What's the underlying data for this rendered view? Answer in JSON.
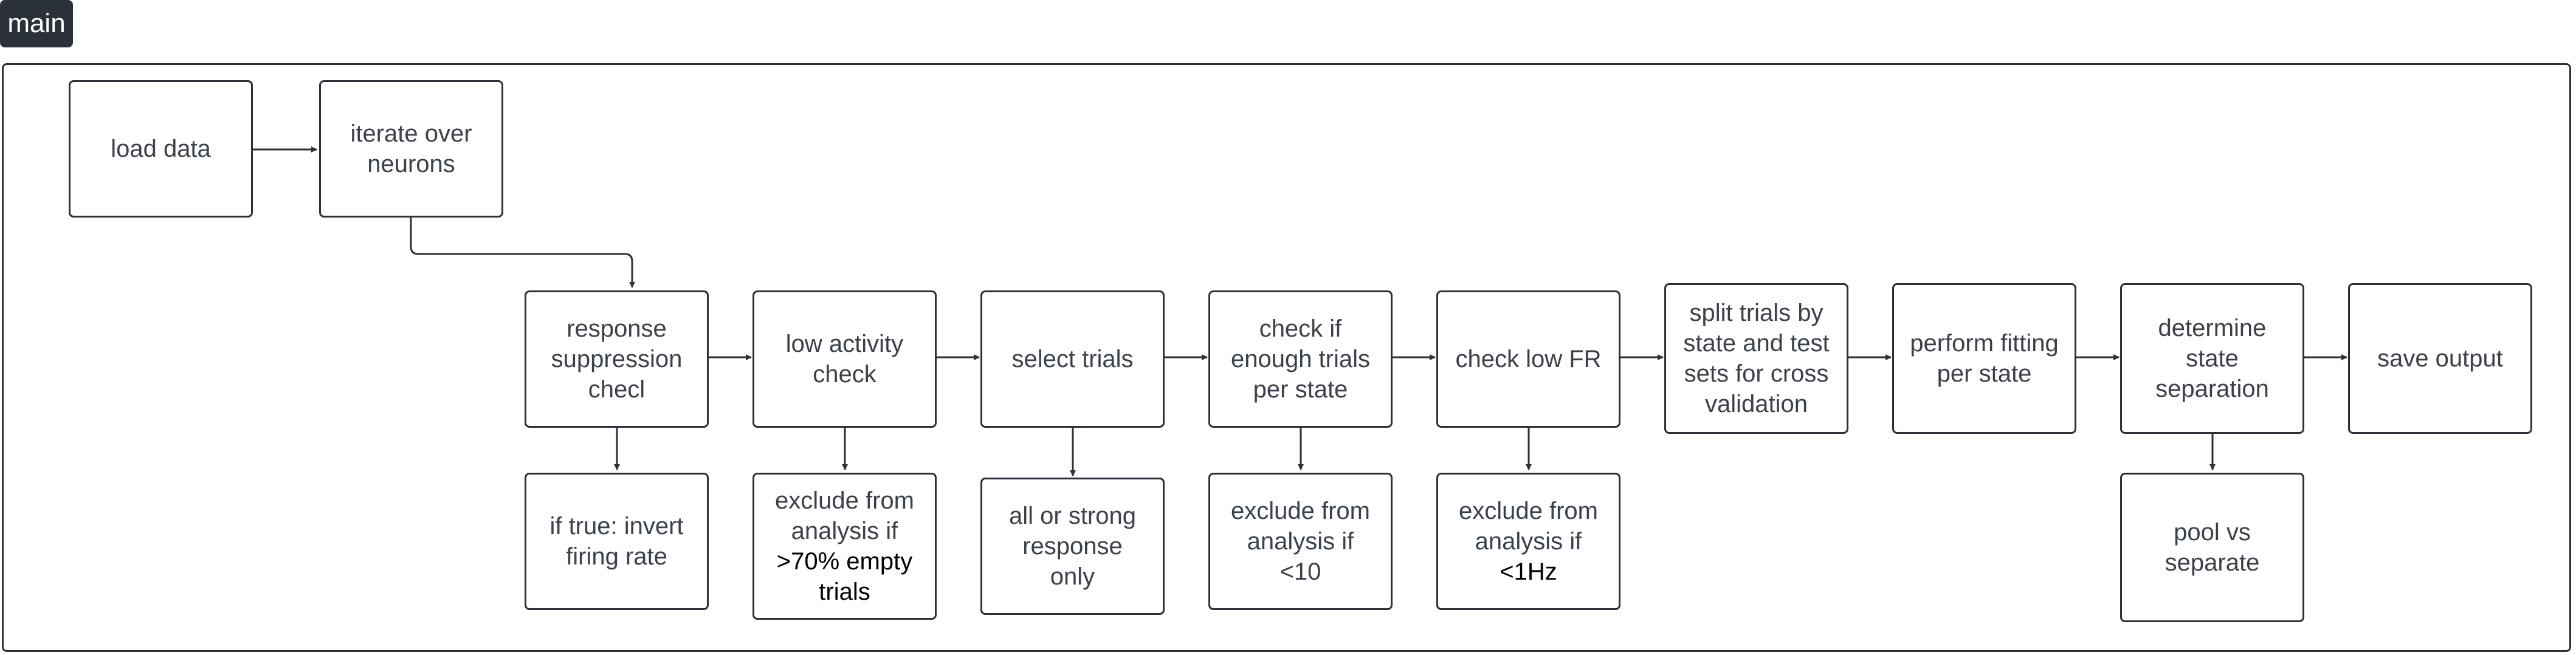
{
  "frame": {
    "label": "main"
  },
  "nodes": {
    "load_data": "load data",
    "iterate": "iterate over\nneurons",
    "response_check": "response\nsuppression\nchecl",
    "if_true": "if true: invert\nfiring rate",
    "low_activity": "low activity\ncheck",
    "exclude_empty": {
      "line1": "exclude from\nanalysis if",
      "line2": ">70% empty\ntrials"
    },
    "select_trials": "select trials",
    "all_or_strong": "all or strong\nresponse\nonly",
    "enough_trials": "check if\nenough trials\nper state",
    "exclude_lt10": "exclude from\nanalysis if\n<10",
    "check_low_fr": "check low FR",
    "exclude_lt1hz": {
      "line1": "exclude from\nanalysis if",
      "line2": "<1Hz"
    },
    "split_trials": "split trials by\nstate and test\nsets for cross\nvalidation",
    "perform_fitting": "perform fitting\nper state",
    "determine_sep": "determine\nstate\nseparation",
    "pool_vs_sep": "pool vs\nseparate",
    "save_output": "save output"
  },
  "colors": {
    "stroke": "#2b3138",
    "text": "#3a414a",
    "tag_bg": "#2b3138"
  }
}
